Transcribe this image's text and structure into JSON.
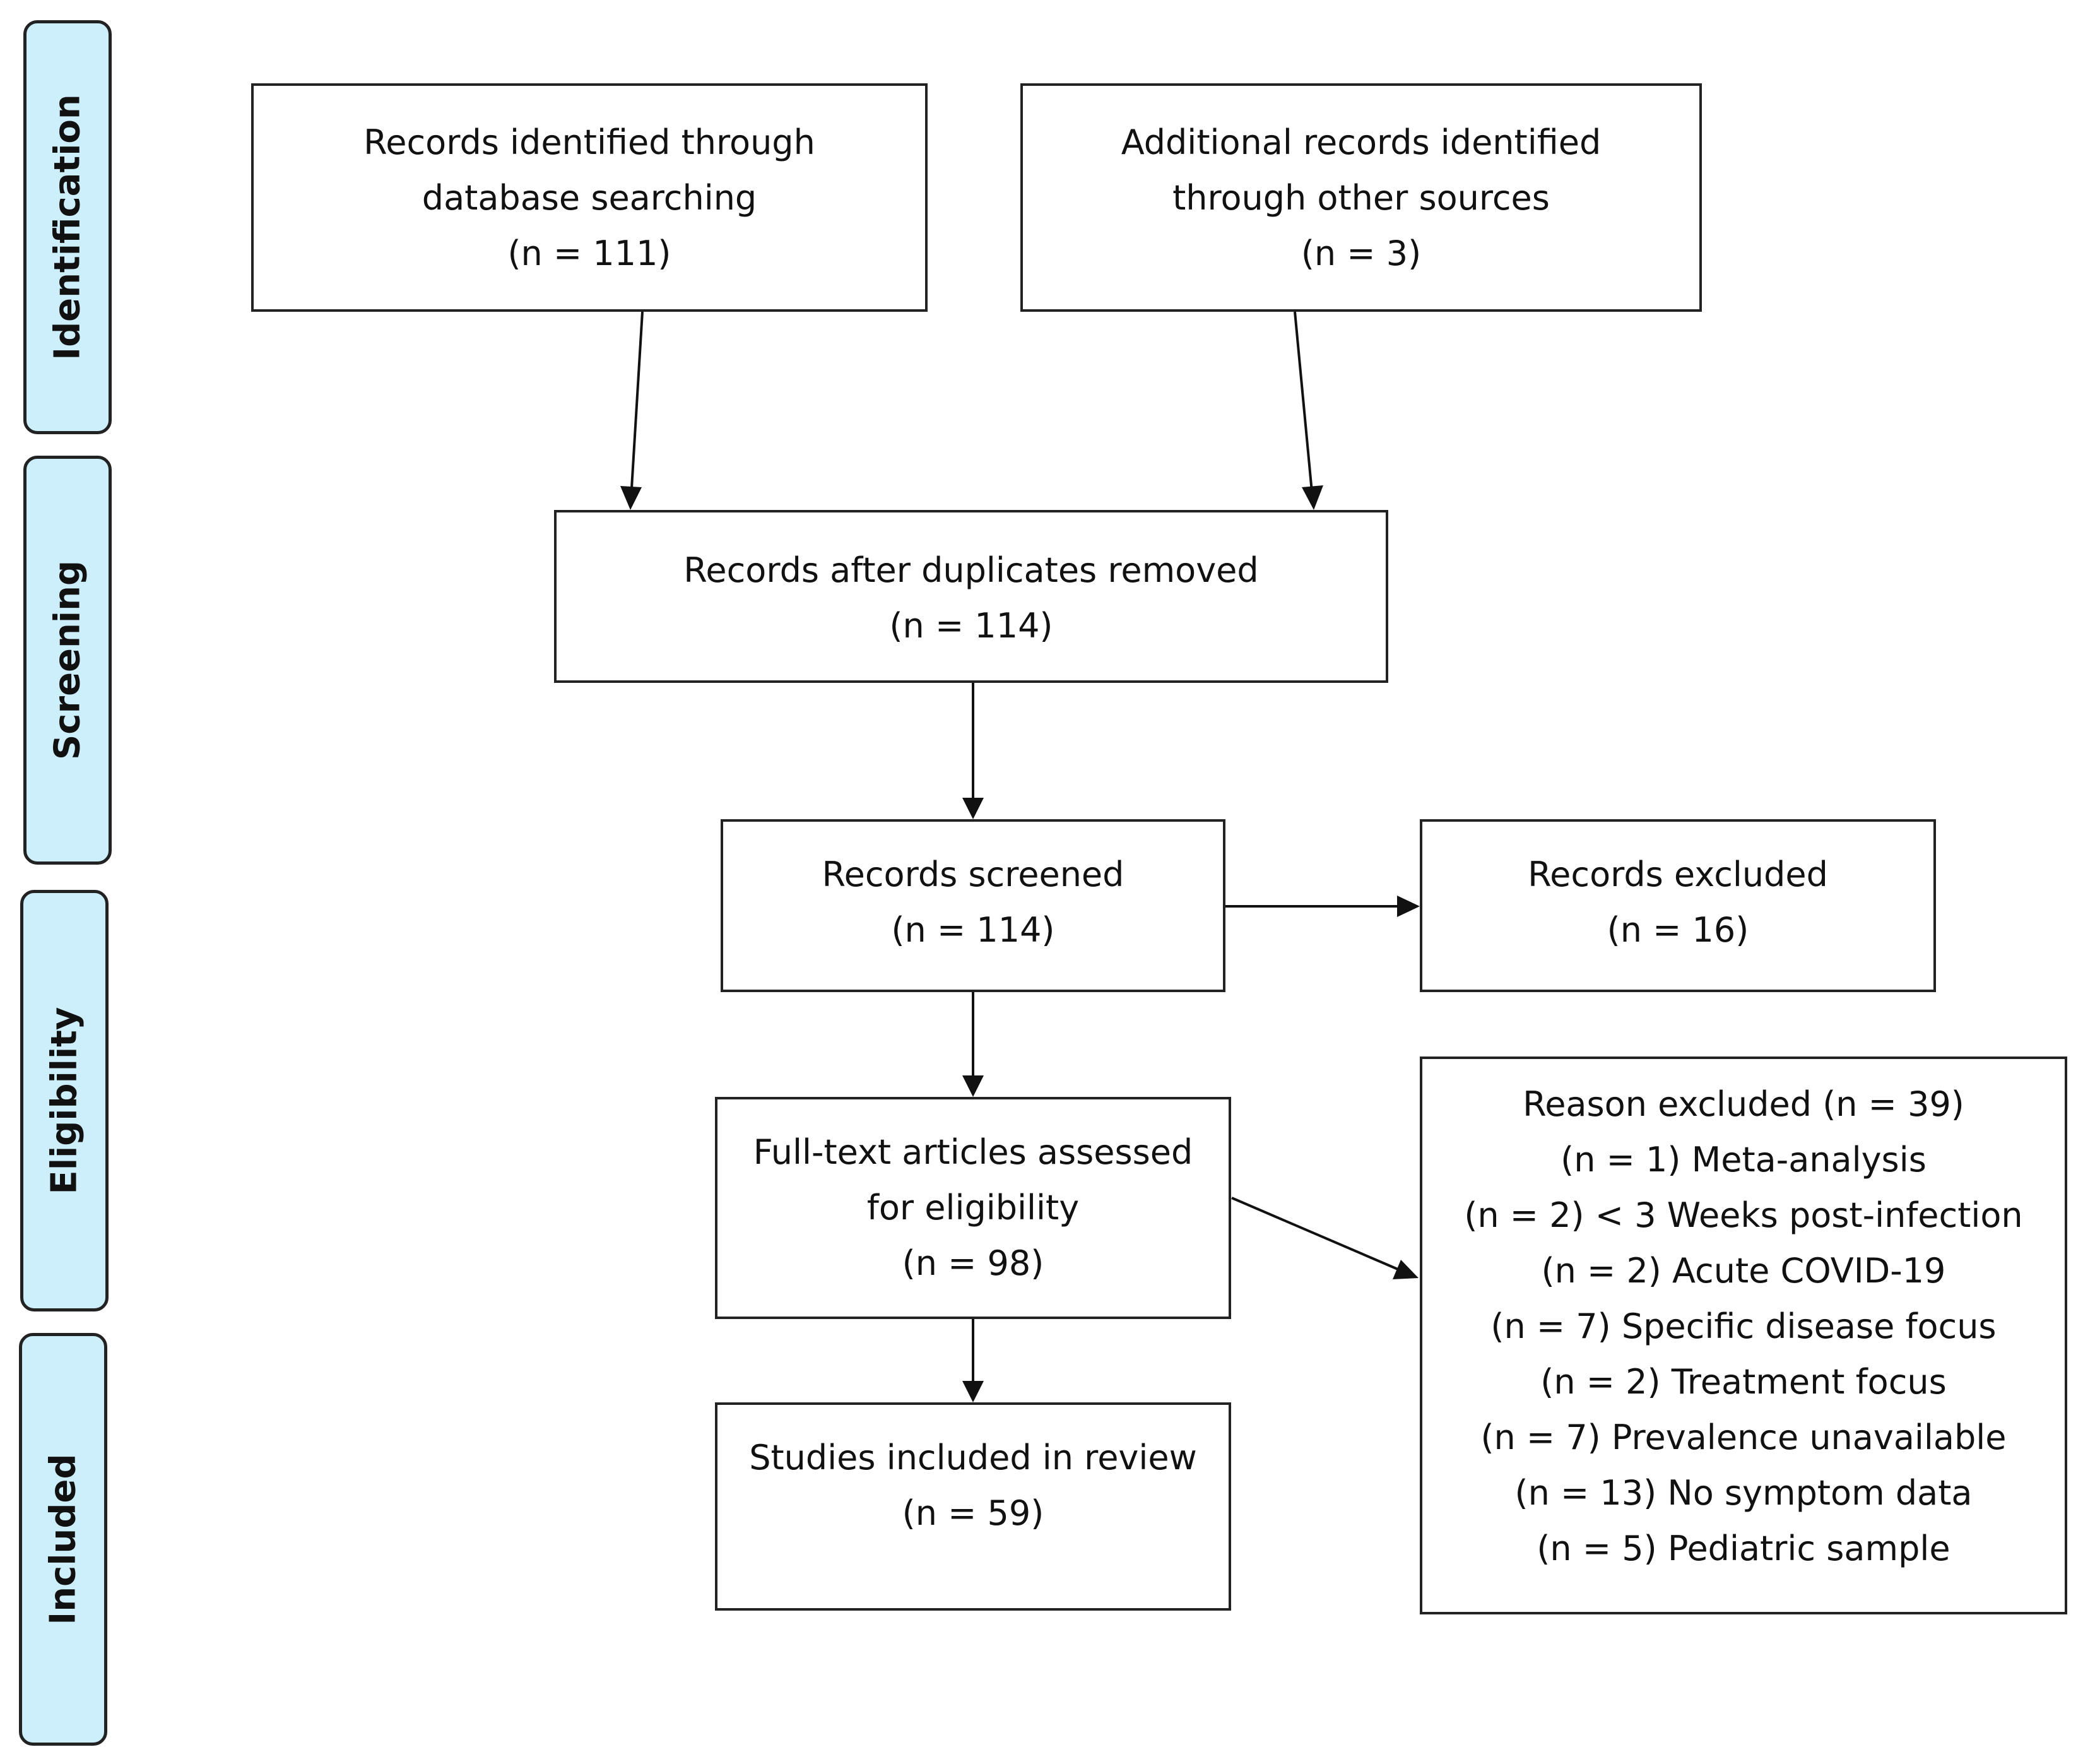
{
  "phases": {
    "identification": "Identification",
    "screening": "Screening",
    "eligibility": "Eligibility",
    "included": "Included"
  },
  "boxes": {
    "database": {
      "lines": [
        "Records identified through",
        "database searching",
        "(n = 111)"
      ]
    },
    "other_sources": {
      "lines": [
        "Additional records identified",
        "through other sources",
        "(n = 3)"
      ]
    },
    "after_duplicates": {
      "lines": [
        "Records after duplicates removed",
        "(n = 114)"
      ]
    },
    "screened": {
      "lines": [
        "Records screened",
        "(n = 114)"
      ]
    },
    "excluded": {
      "lines": [
        "Records excluded",
        "(n = 16)"
      ]
    },
    "full_text": {
      "lines": [
        "Full-text articles assessed",
        "for eligibility",
        "(n = 98)"
      ]
    },
    "reasons": {
      "lines": [
        "Reason excluded (n = 39)",
        "(n = 1) Meta-analysis",
        "(n = 2) < 3 Weeks post-infection",
        "(n = 2) Acute COVID-19",
        "(n = 7) Specific disease focus",
        "(n = 2) Treatment focus",
        "(n = 7) Prevalence unavailable",
        "(n = 13) No symptom data",
        "(n = 5) Pediatric sample"
      ]
    },
    "included_studies": {
      "lines": [
        "Studies included in review",
        "(n = 59)"
      ]
    }
  },
  "colors": {
    "phase_fill": "#cdeefb",
    "border": "#222222"
  }
}
